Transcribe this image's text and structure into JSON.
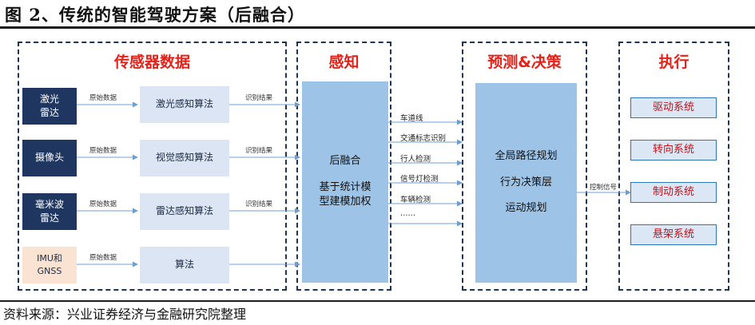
{
  "title": "图 2、传统的智能驾驶方案（后融合）",
  "source": "资料来源：兴业证券经济与金融研究院整理",
  "colors": {
    "frame_title": "#e2231a",
    "sensor_dark": "#1f3760",
    "sensor_light": "#fbe3d3",
    "algo_box": "#dbe5f3",
    "center_box": "#9dc3e6",
    "exec_border": "#2e75b6",
    "exec_text": "#c0121a",
    "arrow": "#6f9fd0"
  },
  "sections": {
    "sensor_data": "传感器数据",
    "perception": "感知",
    "prediction_decision": "预测&决策",
    "execution": "执行"
  },
  "sensors": [
    {
      "line1": "激光",
      "line2": "雷达",
      "edge_label": "原始数据",
      "algorithm": "激光感知算法",
      "result_label": "识别结果"
    },
    {
      "line1": "摄像头",
      "line2": "",
      "edge_label": "原始数据",
      "algorithm": "视觉感知算法",
      "result_label": "识别结果"
    },
    {
      "line1": "毫米波",
      "line2": "雷达",
      "edge_label": "原始数据",
      "algorithm": "雷达感知算法",
      "result_label": "识别结果"
    },
    {
      "line1": "IMU和",
      "line2": "GNSS",
      "edge_label": "原始数据",
      "algorithm": "算法",
      "result_label": ""
    }
  ],
  "fusion": {
    "line1": "后融合",
    "line2": "基于统计模",
    "line3": "型建模加权"
  },
  "fusion_outputs": [
    "车道线",
    "交通标志识别",
    "行人检测",
    "信号灯检测",
    "车辆检测",
    "……"
  ],
  "planning": {
    "line1": "全局路径规划",
    "line2": "行为决策层",
    "line3": "运动规划"
  },
  "control_signal": "控制信号",
  "execution_items": [
    "驱动系统",
    "转向系统",
    "制动系统",
    "悬架系统"
  ]
}
